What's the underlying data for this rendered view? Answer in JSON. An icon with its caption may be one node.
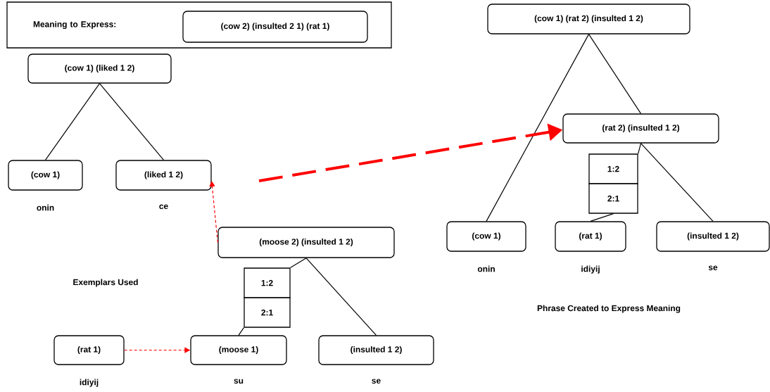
{
  "diagram": {
    "nodes": [
      {
        "text": [
          "Meaning to Express:"
        ]
      },
      {
        "text": [
          "(cow 2) (insulted 2 1) (rat 1)"
        ],
        "in": 0
      },
      {
        "text": [
          "(cow 1) (liked 1 2)"
        ]
      },
      {
        "text": [
          "(cow 1)"
        ],
        "beside": [
          "onin"
        ]
      },
      {
        "text": [
          "(liked 1 2)"
        ],
        "beside": [
          "ce"
        ]
      },
      {
        "text": [
          "(moose 2) (insulted 1 2)"
        ]
      },
      {
        "text": [
          "1:2"
        ]
      },
      {
        "text": [
          "2:1"
        ]
      },
      {
        "text": [
          "(rat 1)"
        ],
        "beside": [
          "idiyij"
        ]
      },
      {
        "text": [
          "(moose 1)"
        ],
        "beside": [
          "su"
        ]
      },
      {
        "text": [
          "(insulted 1 2)"
        ],
        "beside": [
          "se"
        ]
      },
      {
        "text": [
          "(cow 1) (rat 2) (insulted 1 2)"
        ]
      },
      {
        "text": [
          "(rat 2) (insulted 1 2)"
        ]
      },
      {
        "text": [
          "1:2"
        ]
      },
      {
        "text": [
          "2:1"
        ]
      },
      {
        "text": [
          "(cow 1)"
        ],
        "beside": [
          "onin"
        ]
      },
      {
        "text": [
          "(rat 1)"
        ],
        "beside": [
          "idiyij"
        ]
      },
      {
        "text": [
          "(insulted 1 2)"
        ],
        "beside": [
          "se"
        ]
      }
    ],
    "edges": [
      {
        "from": 2,
        "to": 3,
        "arrow": "none"
      },
      {
        "from": 2,
        "to": 4,
        "arrow": "none"
      },
      {
        "from": 5,
        "to": 6,
        "arrow": "none"
      },
      {
        "from": 7,
        "to": 9,
        "arrow": "none"
      },
      {
        "from": 5,
        "to": 10,
        "arrow": "none"
      },
      {
        "from": 11,
        "to": 15,
        "arrow": "none"
      },
      {
        "from": 11,
        "to": 12,
        "arrow": "none"
      },
      {
        "from": 12,
        "to": 13,
        "arrow": "none"
      },
      {
        "from": 14,
        "to": 16,
        "arrow": "none"
      },
      {
        "from": 12,
        "to": 17,
        "arrow": "none"
      },
      {
        "from": 8,
        "to": 9,
        "arrow": "to",
        "style": "dashed",
        "color": "#ff0000"
      },
      {
        "from": 5,
        "to": 4,
        "arrow": "to",
        "style": "dashed",
        "color": "#ff0000"
      },
      {
        "from": null,
        "to": 12,
        "arrow": "to",
        "style": "dashed",
        "color": "#ff0000"
      }
    ],
    "labels": [
      "Exemplars Used",
      "Phrase Created to Express Meaning"
    ]
  }
}
